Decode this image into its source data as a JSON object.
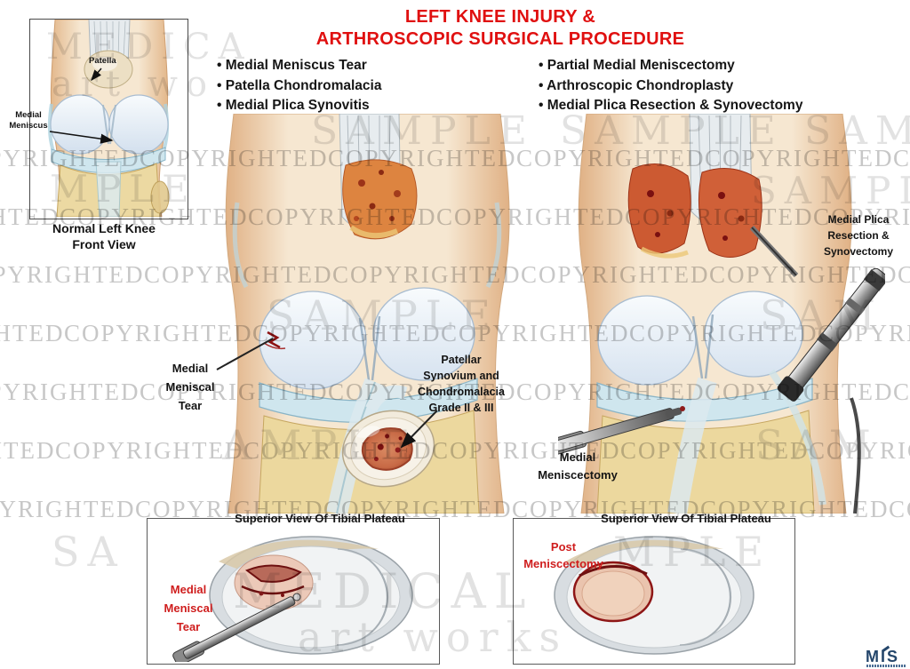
{
  "title": {
    "line1": "LEFT KNEE INJURY &",
    "line2": "ARTHROSCOPIC SURGICAL PROCEDURE"
  },
  "bullets_left": [
    "Medial Meniscus Tear",
    "Patella Chondromalacia",
    "Medial Plica Synovitis"
  ],
  "bullets_right": [
    "Partial Medial Meniscectomy",
    "Arthroscopic Chondroplasty",
    "Medial Plica Resection & Synovectomy"
  ],
  "inset_normal_knee": {
    "patella_label": "Patella",
    "medial_meniscus_label": "Medial\nMeniscus",
    "caption": "Normal Left Knee\nFront View"
  },
  "middle_figure": {
    "tear_label": "Medial\nMeniscal\nTear",
    "patellar_label": "Patellar\nSynovium and\nChondromalacia\nGrade II & III"
  },
  "right_figure": {
    "plica_label": "Medial Plica\nResection &\nSynovectomy",
    "meniscectomy_label": "Medial\nMeniscectomy"
  },
  "bottom_left_inset": {
    "caption": "Superior View Of Tibial Plateau",
    "tear_label": "Medial\nMeniscal\nTear"
  },
  "bottom_right_inset": {
    "caption": "Superior View Of Tibial Plateau",
    "post_label": "Post\nMeniscectomy"
  },
  "watermarks": {
    "copyrighted": "COPYRIGHTED",
    "sample": "SAMPLE",
    "medical": "MEDICAL",
    "artworks": "art works"
  },
  "logo": {
    "text": "MIS"
  },
  "colors": {
    "title_red": "#e01010",
    "label_red": "#cf1d1d",
    "text_black": "#161616",
    "watermark_gray": "#9a9a9a",
    "logo_navy": "#24466b"
  }
}
